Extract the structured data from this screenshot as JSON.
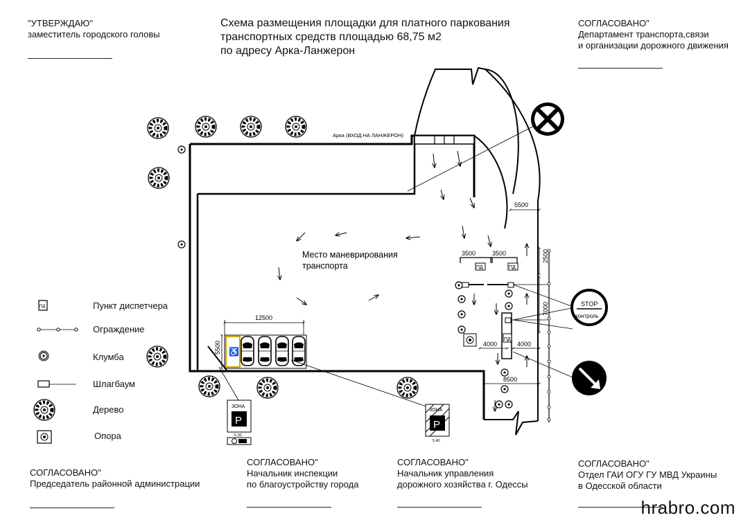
{
  "approve_top_left": {
    "heading": "\"УТВЕРЖДАЮ\"",
    "line1": "заместитель городского головы"
  },
  "title": {
    "line1": "Схема размещения площадки для платного паркования",
    "line2": "транспортных средств площадью 68,75 м2",
    "line3": "по адресу Арка-Ланжерон"
  },
  "approve_top_right": {
    "heading": "СОГЛАСОВАНО\"",
    "line1": "Департамент транспорта,связи",
    "line2": "и организации дорожного движения"
  },
  "plan": {
    "arch_label": "Арка (ВХОД НА ЛАНЖЕРОН)",
    "maneuver_line1": "Место маневрирования",
    "maneuver_line2": "транспорта",
    "dim_12500": "12500",
    "dim_5500_left": "5500",
    "dim_5500_road": "5500",
    "dim_3500_a": "3500",
    "dim_3500_b": "3500",
    "dim_2500": "2500",
    "dim_7000": "7000",
    "dim_4000_a": "4000",
    "dim_4000_b": "4000",
    "dim_8500": "8500",
    "pd_a": "ПД",
    "pd_b": "ПД",
    "pd_c": "ПД",
    "stop_word": "STOP",
    "stop_sub": "контроль",
    "zone_sign_1": "ЗОНА",
    "zone_sign_1_letter": "P",
    "zone_sign_1_sub": "5.30",
    "zone_sign_2": "ЗОНА",
    "zone_sign_2_letter": "P",
    "zone_sign_2_sub": "5.40"
  },
  "legend": [
    {
      "icon": "dispatcher-booth-icon",
      "label": "Пункт диспетчера",
      "icon_text": "ПД"
    },
    {
      "icon": "fence-icon",
      "label": "Ограждение"
    },
    {
      "icon": "flowerbed-icon",
      "label": "Клумба"
    },
    {
      "icon": "barrier-icon",
      "label": "Шлагбаум"
    },
    {
      "icon": "tree-icon",
      "label": "Дерево"
    },
    {
      "icon": "pillar-icon",
      "label": "Опора"
    }
  ],
  "approve_bottom": [
    {
      "heading": "СОГЛАСОВАНО\"",
      "line1": "Председатель районной администрации",
      "line2": ""
    },
    {
      "heading": "СОГЛАСОВАНО\"",
      "line1": "Начальник инспекции",
      "line2": "по благоустройству города"
    },
    {
      "heading": "СОГЛАСОВАНО\"",
      "line1": "Начальник управления",
      "line2": "дорожного хозяйства г. Одессы"
    },
    {
      "heading": "СОГЛАСОВАНО\"",
      "line1": "Отдел ГАИ ОГУ ГУ МВД Украины",
      "line2": "в Одесской области"
    }
  ],
  "watermark": "hrabro.com"
}
